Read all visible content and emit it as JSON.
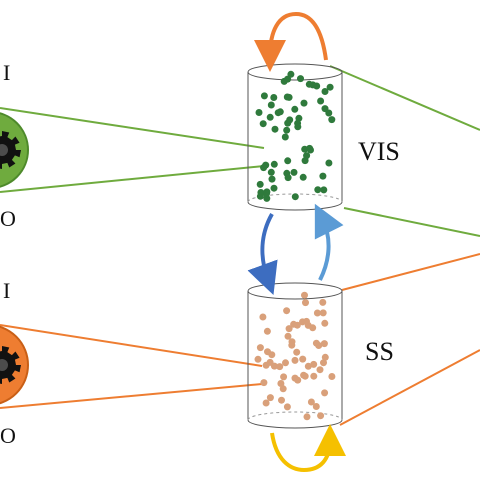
{
  "colors": {
    "green": "#6fab3e",
    "green_dot": "#2f7a3c",
    "orange": "#ee7d31",
    "orange_dot": "#d9a07a",
    "blue_dark": "#3d6dc0",
    "blue_light": "#5b9bd5",
    "yellow": "#f5c000",
    "gear": "#111111"
  },
  "icons": {
    "gear": "gear-icon"
  },
  "modules": [
    {
      "input_label": "I",
      "output_label": "O",
      "tank_label": "VIS",
      "color": "green"
    },
    {
      "input_label": "I",
      "output_label": "O",
      "tank_label": "SS",
      "color": "orange"
    }
  ]
}
